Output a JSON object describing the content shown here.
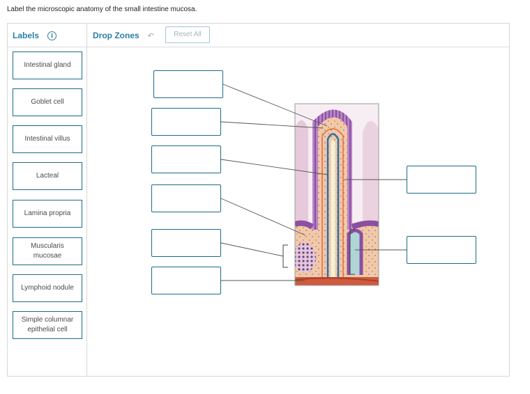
{
  "instruction": "Label the microscopic anatomy of the small intestine mucosa.",
  "labels_panel": {
    "title": "Labels",
    "info_icon": "info-circle-icon",
    "items": [
      {
        "label": "Intestinal gland"
      },
      {
        "label": "Goblet cell"
      },
      {
        "label": "Intestinal villus"
      },
      {
        "label": "Lacteal"
      },
      {
        "label": "Lamina propria"
      },
      {
        "label": "Muscularis mucosae"
      },
      {
        "label": "Lymphoid nodule"
      },
      {
        "label": "Simple columnar epithelial cell"
      }
    ]
  },
  "drop_zones_panel": {
    "title": "Drop Zones",
    "undo_icon": "undo-arrow-icon",
    "reset_label": "Reset All"
  },
  "colors": {
    "accent": "#2c7fa6",
    "border": "#1b6b87"
  }
}
